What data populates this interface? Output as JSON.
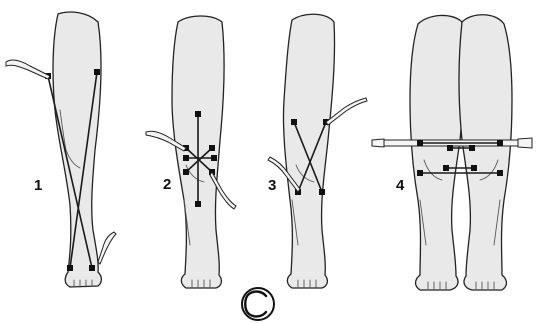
{
  "panels": [
    {
      "number": "1"
    },
    {
      "number": "2"
    },
    {
      "number": "3"
    },
    {
      "number": "4"
    }
  ],
  "copyright_symbol": "©"
}
